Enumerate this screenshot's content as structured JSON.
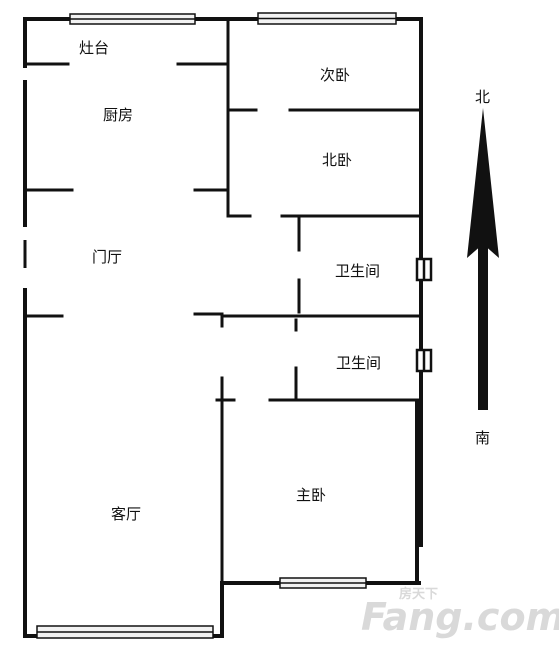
{
  "rooms": {
    "stove": "灶台",
    "kitchen": "厨房",
    "second_bedroom": "次卧",
    "north_bedroom": "北卧",
    "foyer": "门厅",
    "bathroom_1": "卫生间",
    "bathroom_2": "卫生间",
    "living_room": "客厅",
    "master_bedroom": "主卧"
  },
  "compass": {
    "north": "北",
    "south": "南"
  },
  "watermark": {
    "brand": "Fang.com",
    "cn": "房天下"
  },
  "colors": {
    "wall": "#111111",
    "window_fill": "#f2f2f2",
    "watermark": "#d9d9d9"
  }
}
